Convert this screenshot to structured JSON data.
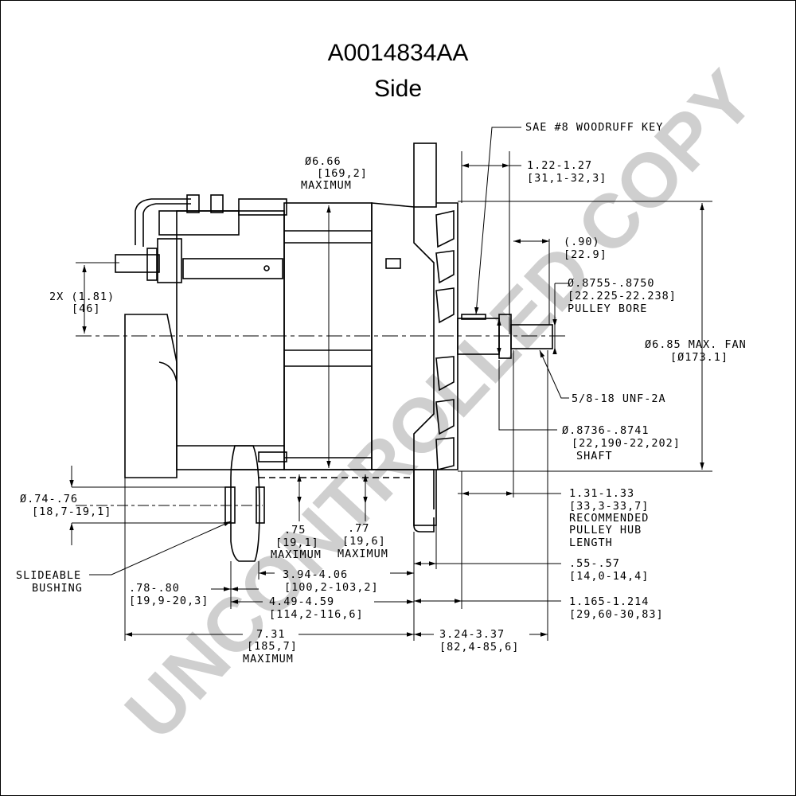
{
  "title": "A0014834AA",
  "subtitle": "Side",
  "watermark": "UNCONTROLLED COPY",
  "colors": {
    "line": "#000000",
    "watermark": "#cfcfcf",
    "background": "#ffffff"
  },
  "dims": {
    "body_dia": [
      "Ø6.66",
      "[169,2]",
      "MAXIMUM"
    ],
    "woodruff": [
      "SAE #8 WOODRUFF KEY"
    ],
    "key_pos": [
      "1.22-1.27",
      "[31,1-32,3]"
    ],
    "shaft_ext": [
      "(.90)",
      "[22.9]"
    ],
    "pulley_bore": [
      "Ø.8755-.8750",
      "[22.225-22.238]",
      "PULLEY BORE"
    ],
    "fan_dia": [
      "Ø6.85 MAX. FAN",
      "[Ø173.1]"
    ],
    "thread": [
      "5/8-18 UNF-2A"
    ],
    "shaft": [
      "Ø.8736-.8741",
      "[22,190-22,202]",
      "SHAFT"
    ],
    "hub_len": [
      "1.31-1.33",
      "[33,3-33,7]",
      "RECOMMENDED",
      "PULLEY HUB",
      "LENGTH"
    ],
    "mount_2x": [
      "2X (1.81)",
      "[46]"
    ],
    "bushing_dia": [
      "Ø.74-.76",
      "[18,7-19,1]"
    ],
    "bushing": [
      "SLIDEABLE",
      "BUSHING"
    ],
    "d75": [
      ".75",
      "[19,1]",
      "MAXIMUM"
    ],
    "d77": [
      ".77",
      "[19,6]",
      "MAXIMUM"
    ],
    "d394": [
      "3.94-4.06",
      "[100,2-103,2]"
    ],
    "d78": [
      ".78-.80",
      "[19,9-20,3]"
    ],
    "d449": [
      "4.49-4.59",
      "[114,2-116,6]"
    ],
    "d55": [
      ".55-.57",
      "[14,0-14,4]"
    ],
    "d1165": [
      "1.165-1.214",
      "[29,60-30,83]"
    ],
    "d731": [
      "7.31",
      "[185,7]",
      "MAXIMUM"
    ],
    "d324": [
      "3.24-3.37",
      "[82,4-85,6]"
    ]
  }
}
